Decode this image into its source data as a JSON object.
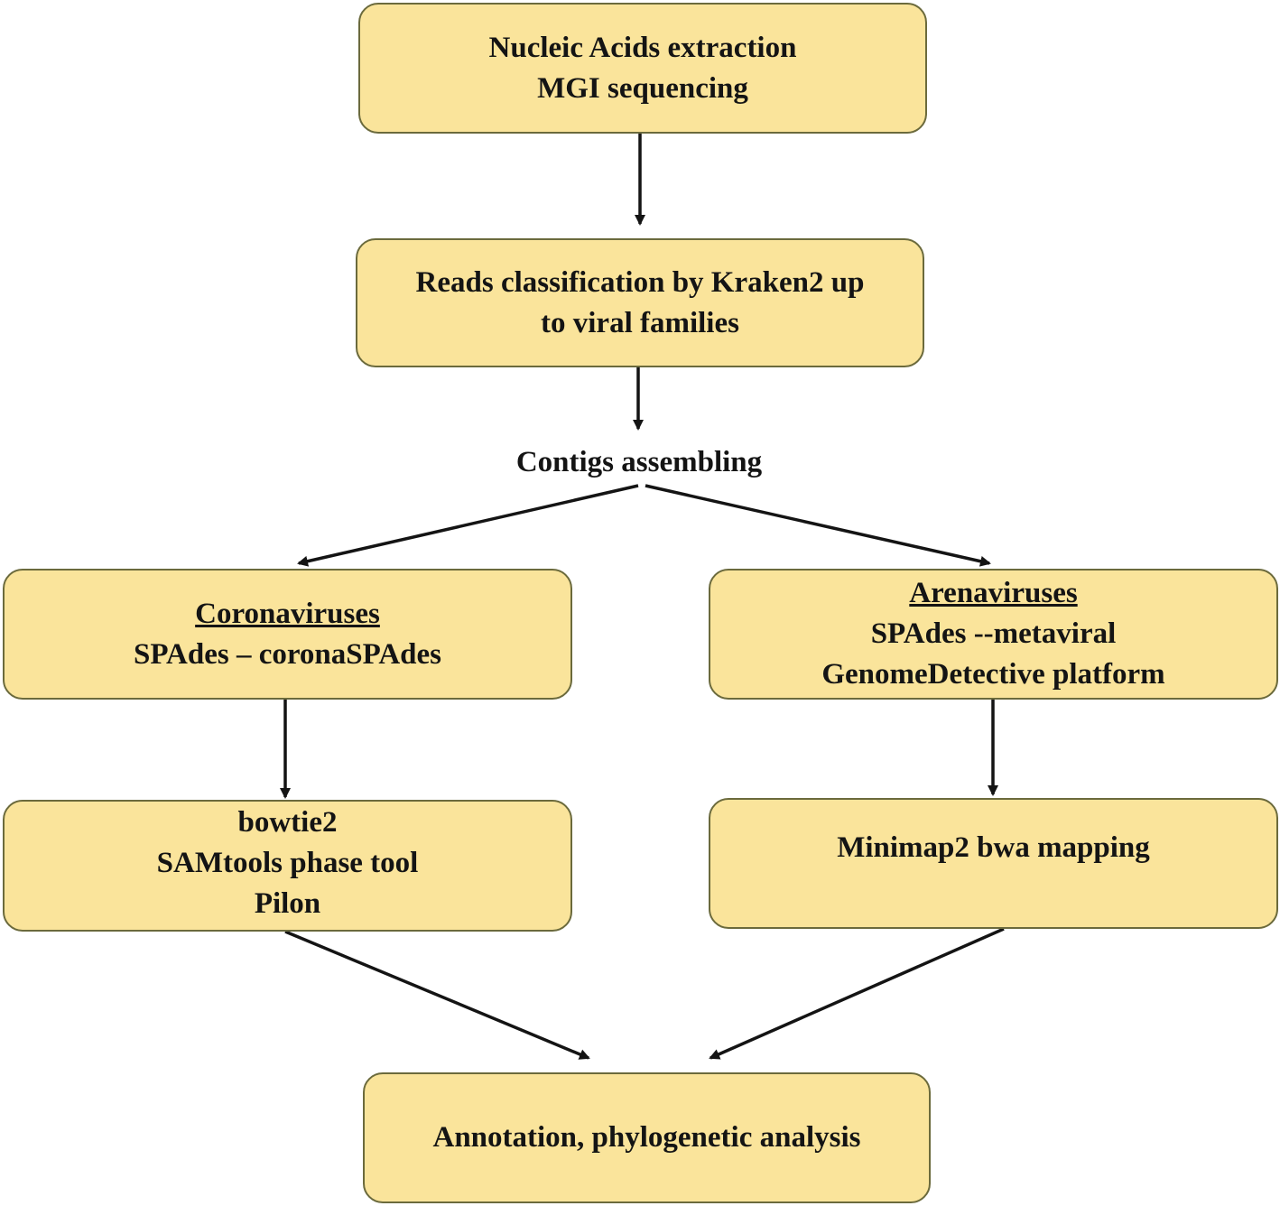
{
  "nodes": {
    "extraction": {
      "lines": [
        "Nucleic Acids extraction",
        "MGI sequencing"
      ]
    },
    "classification": {
      "lines": [
        "Reads classification by Kraken2 up",
        "to viral families"
      ]
    },
    "contigs": {
      "label": "Contigs assembling"
    },
    "corona": {
      "heading": "Coronaviruses",
      "lines": [
        "SPAdes – coronaSPAdes"
      ]
    },
    "arena": {
      "heading": "Arenaviruses",
      "lines": [
        "SPAdes --metaviral",
        "GenomeDetective platform"
      ]
    },
    "corona_mapping": {
      "lines": [
        "bowtie2",
        "SAMtools phase tool",
        "Pilon"
      ]
    },
    "arena_mapping": {
      "lines": [
        "Minimap2 bwa mapping"
      ]
    },
    "annotation": {
      "lines": [
        "Annotation, phylogenetic analysis"
      ]
    }
  },
  "colors": {
    "box_fill": "#fae49b",
    "box_border": "#6b6a3c",
    "arrow": "#141414",
    "text": "#141414"
  }
}
